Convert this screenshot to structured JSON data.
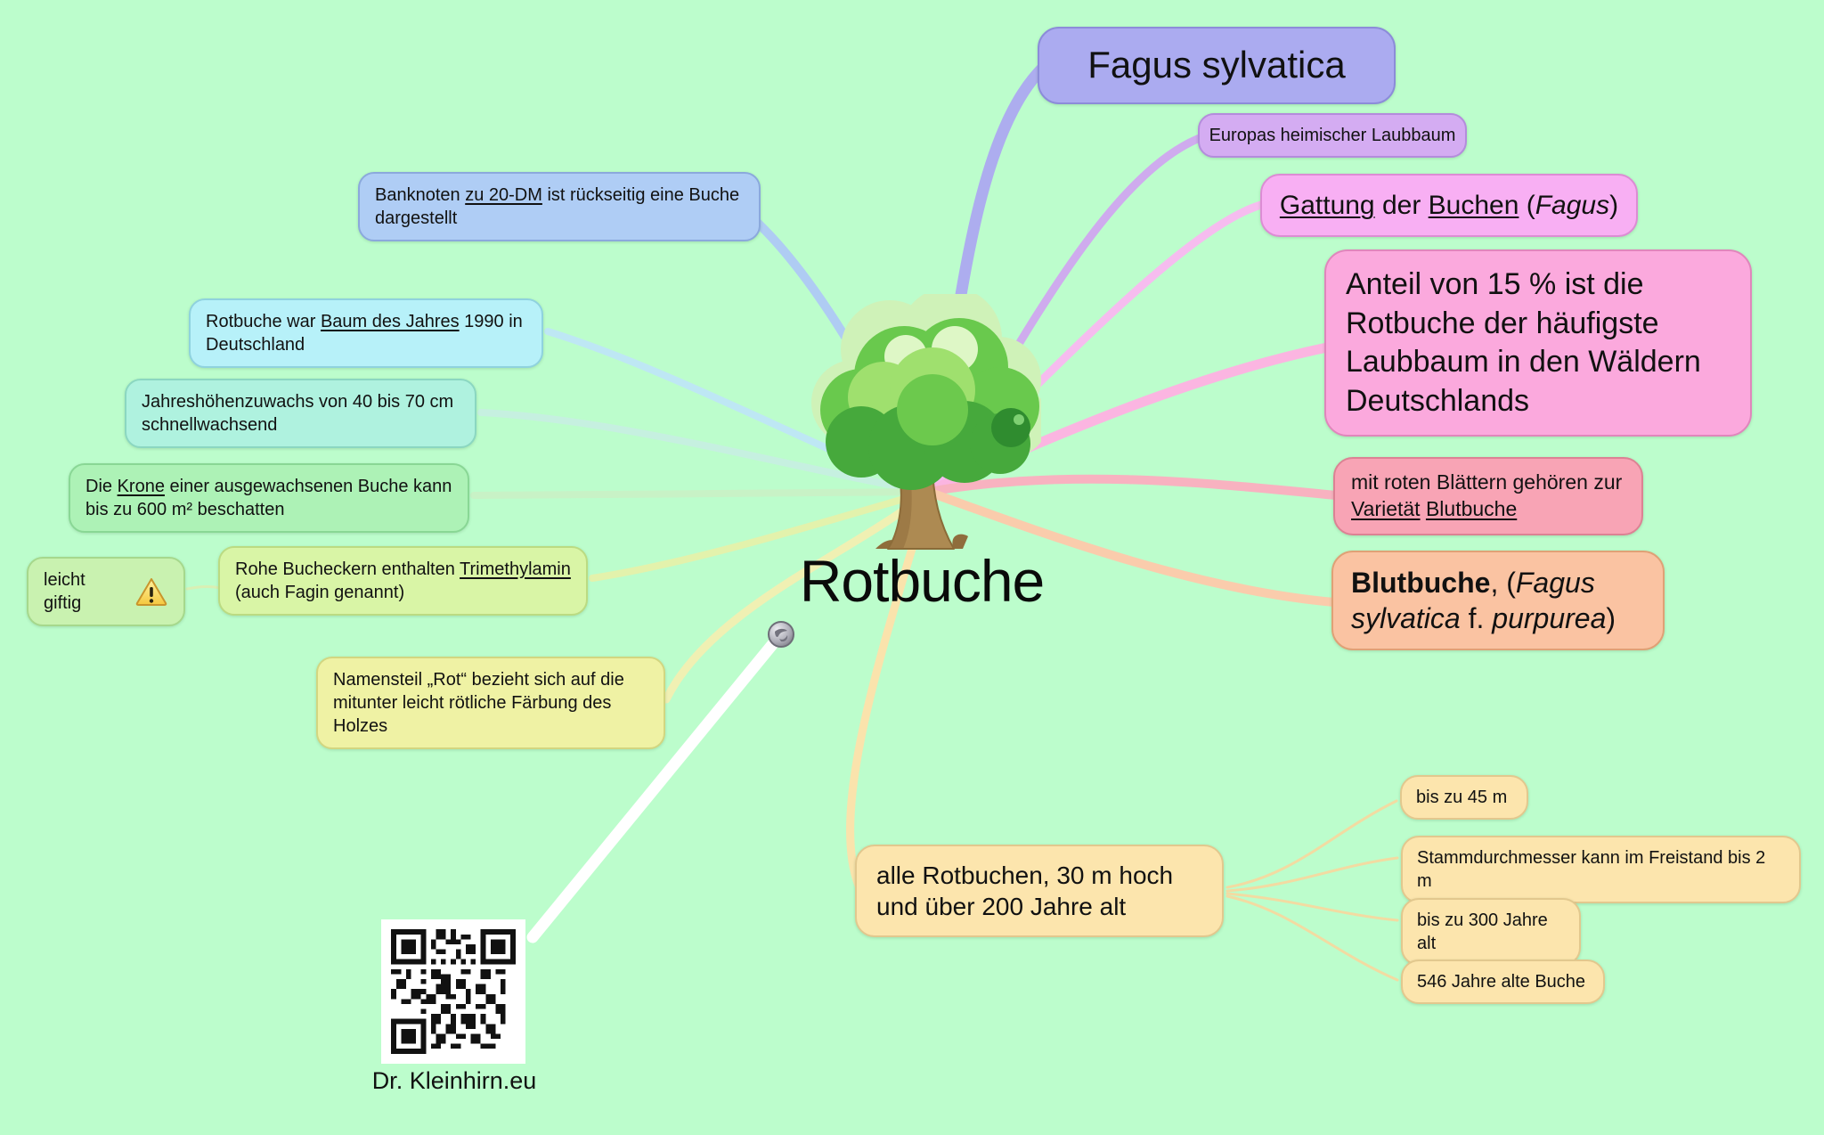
{
  "background": "#BCFDCC",
  "center": {
    "title": "Rotbuche"
  },
  "palette": {
    "background": "#BCFDCC",
    "fagus_sylvatica": "#ABABF0",
    "europas": "#D4ACF2",
    "gattung": "#F8AFF3",
    "anteil": "#FBA9DD",
    "mit_roten": "#F8A4B5",
    "blutbuche": "#FAC3A2",
    "banknoten": "#AFCDF5",
    "baum_des_jahres": "#B7F1F9",
    "jahreshoehenzuwachs": "#AFF2DF",
    "krone": "#ADF2B6",
    "leicht_giftig": "#C9F2B0",
    "bucheckern": "#D9F5A6",
    "namensteil": "#EFF2A4",
    "alle_rotbuchen": "#FCE5AD",
    "edge_to_qr": "#FFFFFF",
    "text": "#111111"
  },
  "icons": {
    "warning_icon": "warning-triangle",
    "link_icon": "link-sphere",
    "tree": "cartoon-beech-tree",
    "qr": "qr-code"
  },
  "nodes": {
    "fagus_sylvatica": {
      "text": "Fagus sylvatica"
    },
    "europas": {
      "text": "Europas heimischer Laubbaum"
    },
    "gattung": {
      "parts": [
        "Gattung",
        " der ",
        "Buchen",
        " (",
        "Fagus",
        ")"
      ]
    },
    "anteil": {
      "text": "Anteil von 15 % ist die Rotbuche der häufigste Laubbaum in den Wäldern Deutschlands"
    },
    "mit_roten": {
      "parts": [
        "mit roten Blättern gehören zur ",
        "Varietät",
        " ",
        "Blutbuche"
      ]
    },
    "blutbuche": {
      "parts": [
        "Blutbuche",
        ", (",
        "Fagus sylvatica",
        " f. ",
        "purpurea",
        ")"
      ]
    },
    "banknoten": {
      "parts": [
        "Banknoten ",
        "zu 20-DM",
        " ist rückseitig eine Buche dargestellt"
      ]
    },
    "baum_des_jahres": {
      "parts": [
        "Rotbuche war ",
        "Baum des Jahres",
        " 1990 in Deutschland"
      ]
    },
    "jahreshoehenzuwachs": {
      "text": "Jahreshöhenzuwachs von 40 bis 70 cm schnellwachsend"
    },
    "krone": {
      "parts": [
        "Die ",
        "Krone",
        " einer ausgewachsenen Buche kann bis zu 600 m² beschatten"
      ]
    },
    "leicht_giftig": {
      "text": "leicht giftig"
    },
    "bucheckern": {
      "parts": [
        "Rohe Bucheckern enthalten ",
        "Trimethylamin",
        " (auch Fagin genannt)"
      ]
    },
    "namensteil": {
      "text": "Namensteil „Rot“ bezieht sich auf die mitunter leicht rötliche Färbung des Holzes"
    },
    "alle_rotbuchen": {
      "text": "alle Rotbuchen, 30 m hoch und über 200 Jahre alt",
      "children": [
        {
          "text": "bis zu 45 m"
        },
        {
          "text": "Stammdurchmesser kann im Freistand bis 2 m"
        },
        {
          "text": "bis zu 300 Jahre alt"
        },
        {
          "text": "546 Jahre alte Buche"
        }
      ]
    }
  },
  "branding": {
    "qr_label": "Dr. Kleinhirn.eu"
  }
}
